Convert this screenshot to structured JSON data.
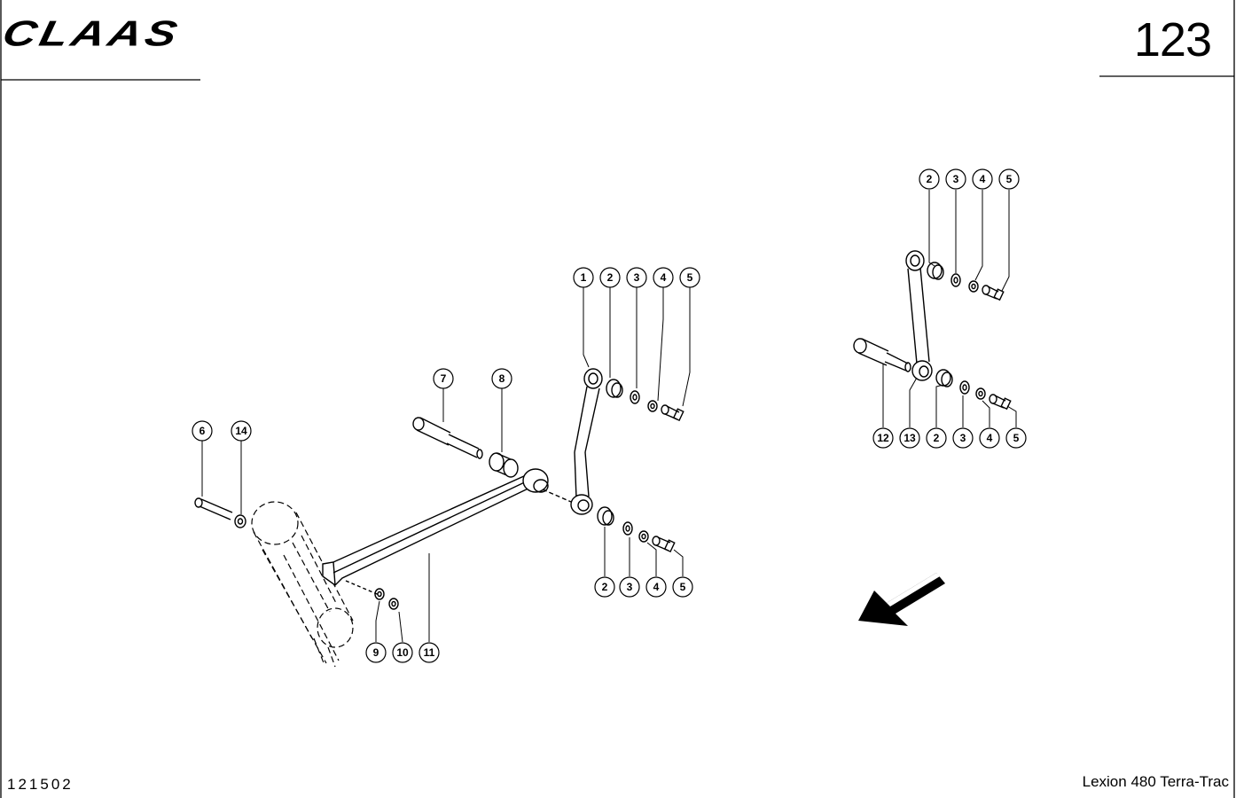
{
  "header": {
    "brand": "CLAAS",
    "page_number": "123"
  },
  "footer": {
    "drawing_number": "121502",
    "model": "Lexion 480 Terra-Trac"
  },
  "callouts": [
    {
      "id": "c-top-1",
      "label": "1"
    },
    {
      "id": "c-top-2",
      "label": "2"
    },
    {
      "id": "c-top-3",
      "label": "3"
    },
    {
      "id": "c-top-4",
      "label": "4"
    },
    {
      "id": "c-top-5",
      "label": "5"
    },
    {
      "id": "c-7",
      "label": "7"
    },
    {
      "id": "c-8",
      "label": "8"
    },
    {
      "id": "c-6",
      "label": "6"
    },
    {
      "id": "c-14",
      "label": "14"
    },
    {
      "id": "c-low-2",
      "label": "2"
    },
    {
      "id": "c-low-3",
      "label": "3"
    },
    {
      "id": "c-low-4",
      "label": "4"
    },
    {
      "id": "c-low-5",
      "label": "5"
    },
    {
      "id": "c-9",
      "label": "9"
    },
    {
      "id": "c-10",
      "label": "10"
    },
    {
      "id": "c-11",
      "label": "11"
    },
    {
      "id": "c-r-top-2",
      "label": "2"
    },
    {
      "id": "c-r-top-3",
      "label": "3"
    },
    {
      "id": "c-r-top-4",
      "label": "4"
    },
    {
      "id": "c-r-top-5",
      "label": "5"
    },
    {
      "id": "c-12",
      "label": "12"
    },
    {
      "id": "c-13",
      "label": "13"
    },
    {
      "id": "c-r-low-2",
      "label": "2"
    },
    {
      "id": "c-r-low-3",
      "label": "3"
    },
    {
      "id": "c-r-low-4",
      "label": "4"
    },
    {
      "id": "c-r-low-5",
      "label": "5"
    }
  ]
}
